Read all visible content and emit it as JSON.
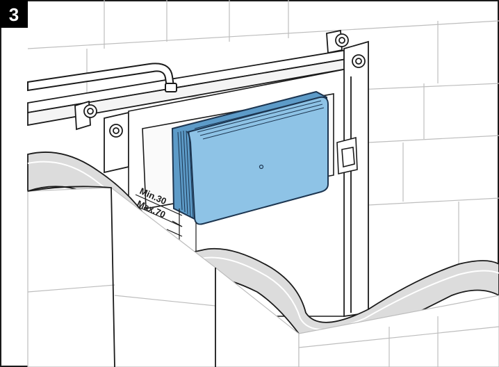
{
  "step_number": "3",
  "dimensions": {
    "min_label": "Min.30",
    "max_label": "Max.70"
  },
  "colors": {
    "background": "#ffffff",
    "outline": "#1a1a1a",
    "wall_line": "#bdbdbd",
    "wall_shade": "#dcdcdc",
    "cistern_fill": "#8ec3e6",
    "cistern_edge": "#1c3550",
    "step_badge": "#000000"
  }
}
